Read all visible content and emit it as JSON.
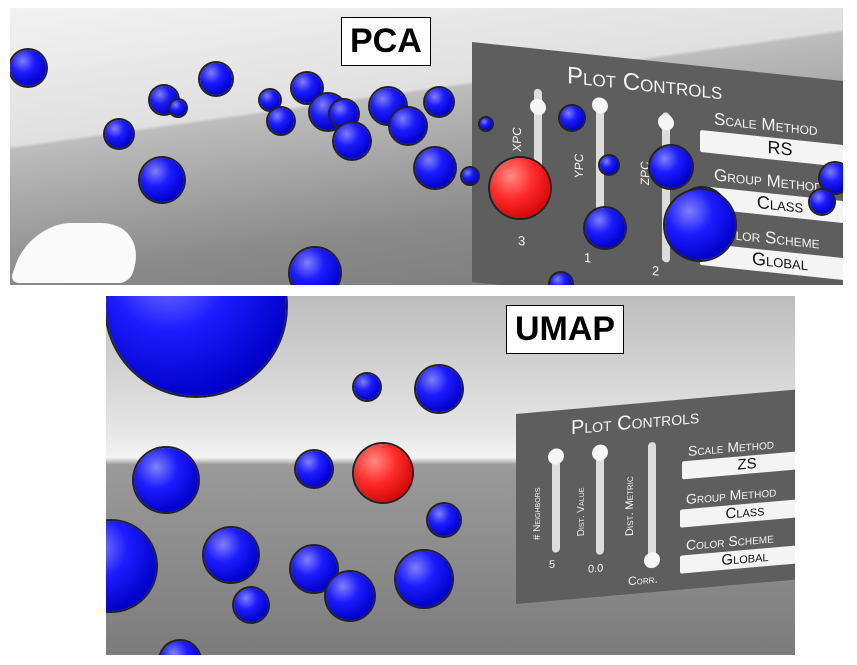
{
  "figure": {
    "pca": {
      "label": "PCA",
      "panel": {
        "title": "Plot Controls",
        "sliders": [
          {
            "label": "XPC",
            "value": "3"
          },
          {
            "label": "YPC",
            "value": "1"
          },
          {
            "label": "ZPC",
            "value": "2"
          }
        ],
        "scale_method": {
          "label": "Scale Method",
          "value": "RS"
        },
        "group_method": {
          "label": "Group Method",
          "value": "Class"
        },
        "color_scheme": {
          "label": "Color Scheme",
          "value": "Global"
        }
      }
    },
    "umap": {
      "label": "UMAP",
      "panel": {
        "title": "Plot Controls",
        "sliders": [
          {
            "label": "# Neighbors",
            "value": "5"
          },
          {
            "label": "Dist. Value",
            "value": "0.0"
          },
          {
            "label": "Dist. Metric",
            "value": "Corr."
          }
        ],
        "scale_method": {
          "label": "Scale Method",
          "value": "ZS"
        },
        "group_method": {
          "label": "Group Method",
          "value": "Class"
        },
        "color_scheme": {
          "label": "Color Scheme",
          "value": "Global"
        }
      }
    },
    "colors": {
      "point": "#1c1cff",
      "selected_point": "#ff2a2a",
      "panel": "#5e5e5e"
    }
  }
}
